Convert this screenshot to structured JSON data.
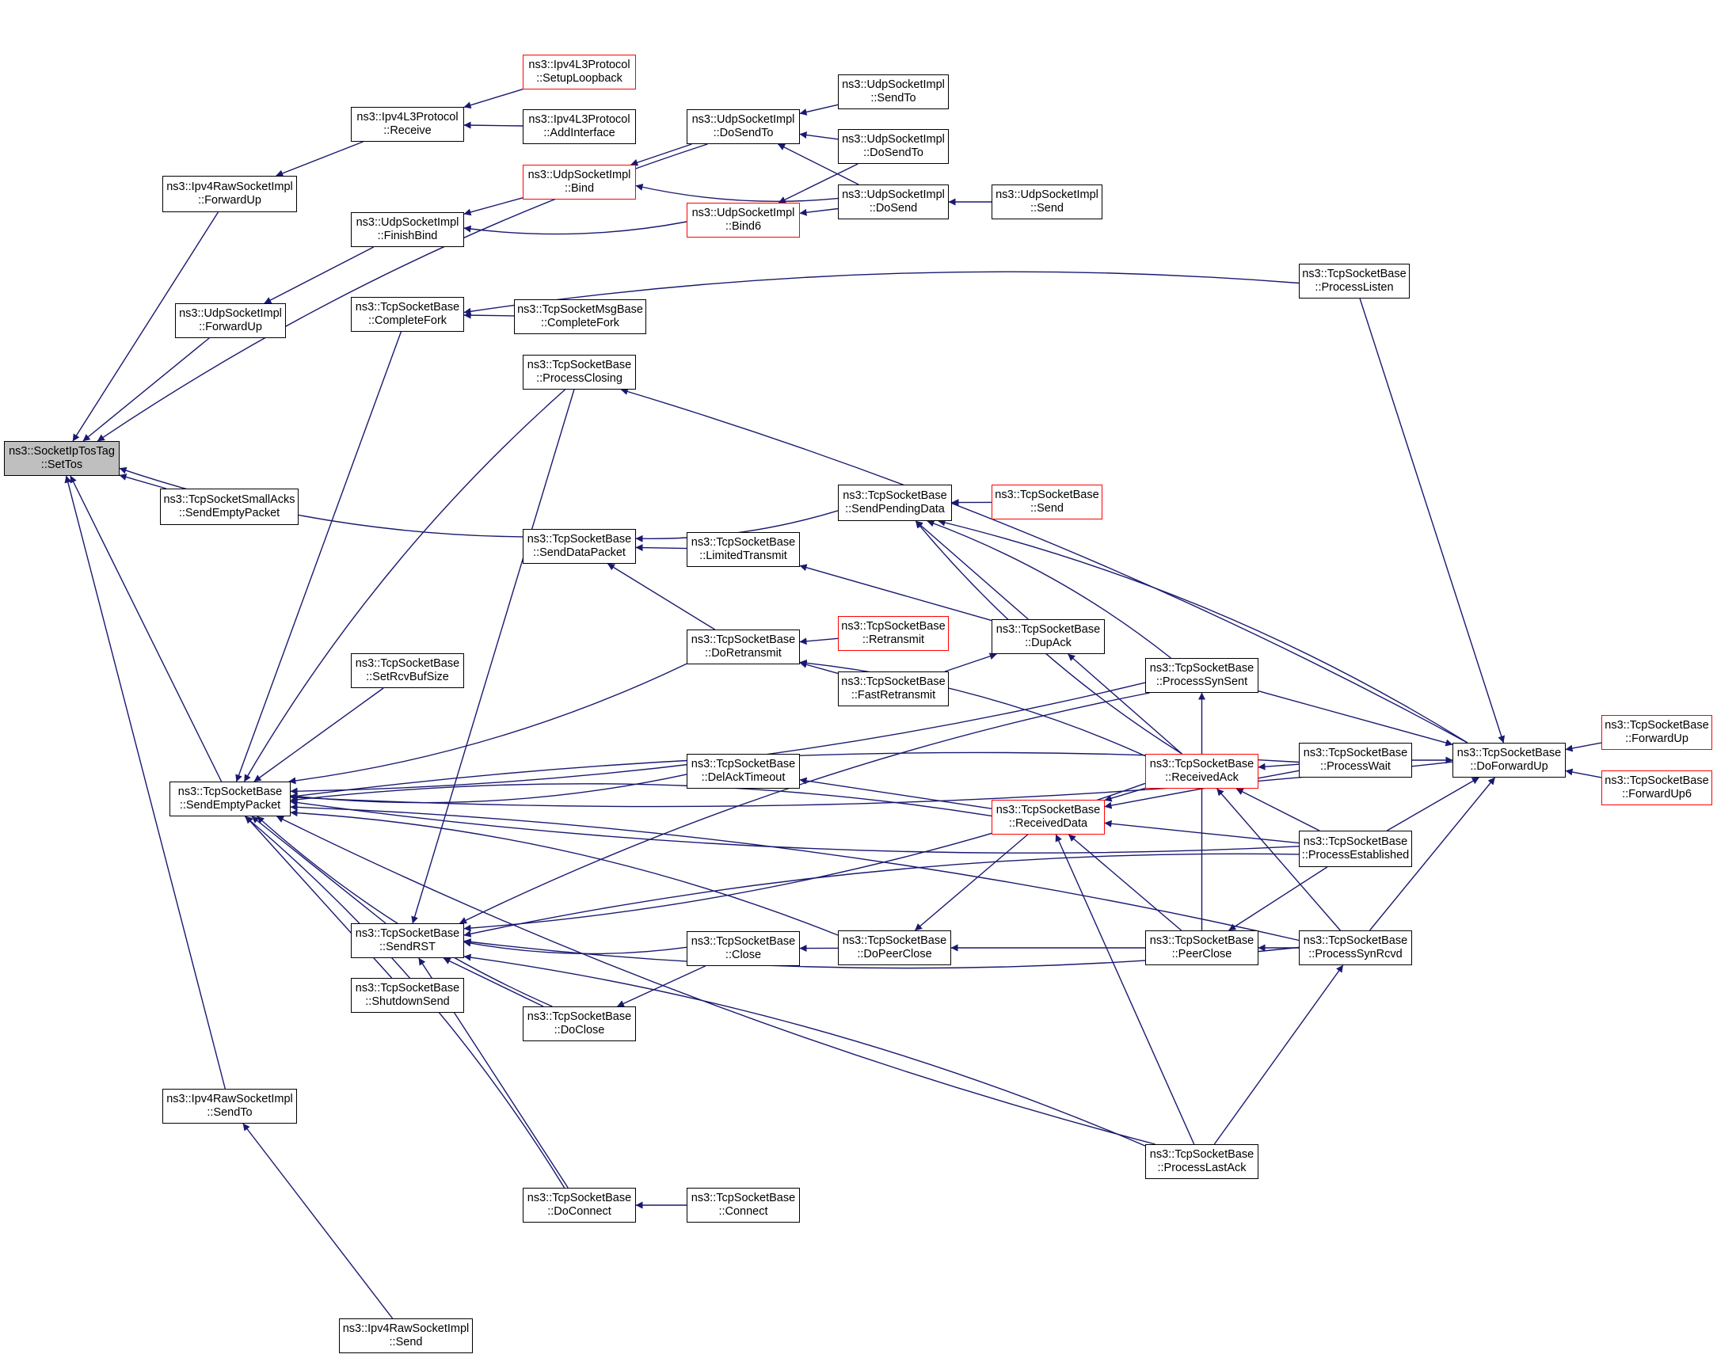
{
  "colors": {
    "edge": "#191970",
    "border": "#000000",
    "truncated_border": "#ff0000",
    "root_fill": "#bfbfbf"
  },
  "nodes": [
    {
      "id": "settos",
      "l1": "ns3::SocketIpTosTag",
      "l2": "::SetTos",
      "root": true
    },
    {
      "id": "raw_fwd",
      "l1": "ns3::Ipv4RawSocketImpl",
      "l2": "::ForwardUp"
    },
    {
      "id": "udp_fwd",
      "l1": "ns3::UdpSocketImpl",
      "l2": "::ForwardUp"
    },
    {
      "id": "small_sep",
      "l1": "ns3::TcpSocketSmallAcks",
      "l2": "::SendEmptyPacket"
    },
    {
      "id": "sep",
      "l1": "ns3::TcpSocketBase",
      "l2": "::SendEmptyPacket"
    },
    {
      "id": "raw_sendto",
      "l1": "ns3::Ipv4RawSocketImpl",
      "l2": "::SendTo"
    },
    {
      "id": "raw_send",
      "l1": "ns3::Ipv4RawSocketImpl",
      "l2": "::Send"
    },
    {
      "id": "l3_recv",
      "l1": "ns3::Ipv4L3Protocol",
      "l2": "::Receive"
    },
    {
      "id": "udp_fbind",
      "l1": "ns3::UdpSocketImpl",
      "l2": "::FinishBind"
    },
    {
      "id": "completefork",
      "l1": "ns3::TcpSocketBase",
      "l2": "::CompleteFork"
    },
    {
      "id": "rcvbuf",
      "l1": "ns3::TcpSocketBase",
      "l2": "::SetRcvBufSize"
    },
    {
      "id": "sendrst",
      "l1": "ns3::TcpSocketBase",
      "l2": "::SendRST"
    },
    {
      "id": "shutdown",
      "l1": "ns3::TcpSocketBase",
      "l2": "::ShutdownSend"
    },
    {
      "id": "l3_loop",
      "l1": "ns3::Ipv4L3Protocol",
      "l2": "::SetupLoopback",
      "red": true
    },
    {
      "id": "l3_addif",
      "l1": "ns3::Ipv4L3Protocol",
      "l2": "::AddInterface"
    },
    {
      "id": "udp_bind",
      "l1": "ns3::UdpSocketImpl",
      "l2": "::Bind",
      "red": true
    },
    {
      "id": "msg_cf",
      "l1": "ns3::TcpSocketMsgBase",
      "l2": "::CompleteFork"
    },
    {
      "id": "pclosing",
      "l1": "ns3::TcpSocketBase",
      "l2": "::ProcessClosing"
    },
    {
      "id": "senddata",
      "l1": "ns3::TcpSocketBase",
      "l2": "::SendDataPacket"
    },
    {
      "id": "doclose",
      "l1": "ns3::TcpSocketBase",
      "l2": "::DoClose"
    },
    {
      "id": "doconnect",
      "l1": "ns3::TcpSocketBase",
      "l2": "::DoConnect"
    },
    {
      "id": "udp_dosendto",
      "l1": "ns3::UdpSocketImpl",
      "l2": "::DoSendTo"
    },
    {
      "id": "udp_bind6",
      "l1": "ns3::UdpSocketImpl",
      "l2": "::Bind6",
      "red": true
    },
    {
      "id": "ltx",
      "l1": "ns3::TcpSocketBase",
      "l2": "::LimitedTransmit"
    },
    {
      "id": "doretx",
      "l1": "ns3::TcpSocketBase",
      "l2": "::DoRetransmit"
    },
    {
      "id": "delack",
      "l1": "ns3::TcpSocketBase",
      "l2": "::DelAckTimeout"
    },
    {
      "id": "close",
      "l1": "ns3::TcpSocketBase",
      "l2": "::Close"
    },
    {
      "id": "connect",
      "l1": "ns3::TcpSocketBase",
      "l2": "::Connect"
    },
    {
      "id": "udp_sendto",
      "l1": "ns3::UdpSocketImpl",
      "l2": "::SendTo"
    },
    {
      "id": "udp_dosendto2",
      "l1": "ns3::UdpSocketImpl",
      "l2": "::DoSendTo"
    },
    {
      "id": "udp_dosend",
      "l1": "ns3::UdpSocketImpl",
      "l2": "::DoSend"
    },
    {
      "id": "spd",
      "l1": "ns3::TcpSocketBase",
      "l2": "::SendPendingData"
    },
    {
      "id": "retx",
      "l1": "ns3::TcpSocketBase",
      "l2": "::Retransmit",
      "red": true
    },
    {
      "id": "fretx",
      "l1": "ns3::TcpSocketBase",
      "l2": "::FastRetransmit"
    },
    {
      "id": "dopeer",
      "l1": "ns3::TcpSocketBase",
      "l2": "::DoPeerClose"
    },
    {
      "id": "udp_send",
      "l1": "ns3::UdpSocketImpl",
      "l2": "::Send"
    },
    {
      "id": "tcp_send",
      "l1": "ns3::TcpSocketBase",
      "l2": "::Send",
      "red": true
    },
    {
      "id": "dupack",
      "l1": "ns3::TcpSocketBase",
      "l2": "::DupAck"
    },
    {
      "id": "rdata",
      "l1": "ns3::TcpSocketBase",
      "l2": "::ReceivedData",
      "red": true
    },
    {
      "id": "synsent",
      "l1": "ns3::TcpSocketBase",
      "l2": "::ProcessSynSent"
    },
    {
      "id": "rack",
      "l1": "ns3::TcpSocketBase",
      "l2": "::ReceivedAck",
      "red": true
    },
    {
      "id": "peerclose",
      "l1": "ns3::TcpSocketBase",
      "l2": "::PeerClose"
    },
    {
      "id": "lastack",
      "l1": "ns3::TcpSocketBase",
      "l2": "::ProcessLastAck"
    },
    {
      "id": "listen",
      "l1": "ns3::TcpSocketBase",
      "l2": "::ProcessListen"
    },
    {
      "id": "pwait",
      "l1": "ns3::TcpSocketBase",
      "l2": "::ProcessWait"
    },
    {
      "id": "estab",
      "l1": "ns3::TcpSocketBase",
      "l2": "::ProcessEstablished"
    },
    {
      "id": "synrcvd",
      "l1": "ns3::TcpSocketBase",
      "l2": "::ProcessSynRcvd"
    },
    {
      "id": "dofwd",
      "l1": "ns3::TcpSocketBase",
      "l2": "::DoForwardUp"
    },
    {
      "id": "tcp_fwd",
      "l1": "ns3::TcpSocketBase",
      "l2": "::ForwardUp",
      "red": true
    },
    {
      "id": "tcp_fwd6",
      "l1": "ns3::TcpSocketBase",
      "l2": "::ForwardUp6",
      "red": true
    }
  ],
  "edges": [
    [
      "raw_fwd",
      "settos"
    ],
    [
      "udp_fwd",
      "settos"
    ],
    [
      "small_sep",
      "settos"
    ],
    [
      "sep",
      "settos"
    ],
    [
      "raw_sendto",
      "settos"
    ],
    [
      "udp_dosendto",
      "settos"
    ],
    [
      "senddata",
      "settos"
    ],
    [
      "l3_recv",
      "raw_fwd"
    ],
    [
      "l3_loop",
      "l3_recv"
    ],
    [
      "l3_addif",
      "l3_recv"
    ],
    [
      "udp_fbind",
      "udp_fwd"
    ],
    [
      "udp_bind",
      "udp_fbind"
    ],
    [
      "udp_bind6",
      "udp_fbind"
    ],
    [
      "udp_dosendto",
      "udp_bind"
    ],
    [
      "udp_dosend",
      "udp_bind"
    ],
    [
      "udp_sendto",
      "udp_dosendto"
    ],
    [
      "udp_dosendto2",
      "udp_dosendto"
    ],
    [
      "udp_dosend",
      "udp_dosendto"
    ],
    [
      "udp_dosendto2",
      "udp_bind6"
    ],
    [
      "udp_dosend",
      "udp_bind6"
    ],
    [
      "udp_send",
      "udp_dosend"
    ],
    [
      "raw_send",
      "raw_sendto"
    ],
    [
      "msg_cf",
      "completefork"
    ],
    [
      "listen",
      "completefork"
    ],
    [
      "completefork",
      "sep"
    ],
    [
      "pclosing",
      "sep"
    ],
    [
      "doretx",
      "sep"
    ],
    [
      "rcvbuf",
      "sep"
    ],
    [
      "delack",
      "sep"
    ],
    [
      "rdata",
      "sep"
    ],
    [
      "estab",
      "sep"
    ],
    [
      "dopeer",
      "sep"
    ],
    [
      "sendrst",
      "sep"
    ],
    [
      "shutdown",
      "sep"
    ],
    [
      "doclose",
      "sep"
    ],
    [
      "doconnect",
      "sep"
    ],
    [
      "lastack",
      "sep"
    ],
    [
      "synrcvd",
      "sep"
    ],
    [
      "dofwd",
      "sep"
    ],
    [
      "pwait",
      "sep"
    ],
    [
      "synsent",
      "sep"
    ],
    [
      "dofwd",
      "pclosing"
    ],
    [
      "spd",
      "senddata"
    ],
    [
      "ltx",
      "senddata"
    ],
    [
      "doretx",
      "senddata"
    ],
    [
      "synsent",
      "spd"
    ],
    [
      "tcp_send",
      "spd"
    ],
    [
      "dupack",
      "spd"
    ],
    [
      "rack",
      "spd"
    ],
    [
      "dofwd",
      "spd"
    ],
    [
      "dupack",
      "ltx"
    ],
    [
      "retx",
      "doretx"
    ],
    [
      "fretx",
      "doretx"
    ],
    [
      "rack",
      "doretx"
    ],
    [
      "fretx",
      "dupack"
    ],
    [
      "rack",
      "dupack"
    ],
    [
      "rdata",
      "delack"
    ],
    [
      "rack",
      "rdata"
    ],
    [
      "pwait",
      "rdata"
    ],
    [
      "estab",
      "rdata"
    ],
    [
      "peerclose",
      "rdata"
    ],
    [
      "lastack",
      "rdata"
    ],
    [
      "pwait",
      "rack"
    ],
    [
      "estab",
      "rack"
    ],
    [
      "synrcvd",
      "rack"
    ],
    [
      "peerclose",
      "synsent"
    ],
    [
      "dopeer",
      "close"
    ],
    [
      "peerclose",
      "dopeer"
    ],
    [
      "estab",
      "peerclose"
    ],
    [
      "synrcvd",
      "peerclose"
    ],
    [
      "close",
      "sendrst"
    ],
    [
      "doclose",
      "sendrst"
    ],
    [
      "rack",
      "sendrst"
    ],
    [
      "synsent",
      "sendrst"
    ],
    [
      "pclosing",
      "sendrst"
    ],
    [
      "estab",
      "sendrst"
    ],
    [
      "synrcvd",
      "sendrst"
    ],
    [
      "lastack",
      "sendrst"
    ],
    [
      "doconnect",
      "sendrst"
    ],
    [
      "rdata",
      "dopeer"
    ],
    [
      "close",
      "doclose"
    ],
    [
      "connect",
      "doconnect"
    ],
    [
      "synsent",
      "dofwd"
    ],
    [
      "pwait",
      "dofwd"
    ],
    [
      "estab",
      "dofwd"
    ],
    [
      "synrcvd",
      "dofwd"
    ],
    [
      "lastack",
      "synrcvd"
    ],
    [
      "listen",
      "dofwd"
    ],
    [
      "tcp_fwd",
      "dofwd"
    ],
    [
      "tcp_fwd6",
      "dofwd"
    ]
  ]
}
